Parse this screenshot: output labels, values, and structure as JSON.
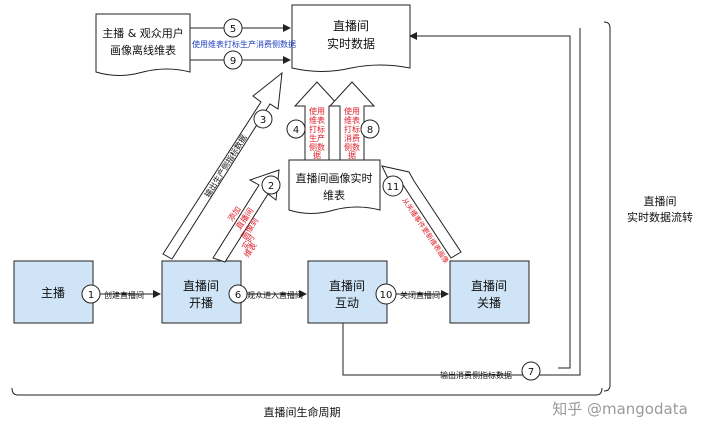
{
  "nodes": {
    "anchor": "主播",
    "open": [
      "直播间",
      "开播"
    ],
    "interact": [
      "直播间",
      "互动"
    ],
    "close": [
      "直播间",
      "关播"
    ],
    "realtime_data": [
      "直播间",
      "实时数据"
    ],
    "offline_dim": [
      "主播 & 观众用户",
      "画像离线维表"
    ],
    "realtime_dim": [
      "直播间画像实时",
      "维表"
    ]
  },
  "steps": {
    "s1": "1",
    "s2": "2",
    "s3": "3",
    "s4": "4",
    "s5": "5",
    "s6": "6",
    "s7": "7",
    "s8": "8",
    "s9": "9",
    "s10": "10",
    "s11": "11"
  },
  "edge_labels": {
    "create_room": "创建直播间",
    "viewer_enter": "观众进入直播间",
    "close_room": "关闭直播间",
    "output_consume": "输出消费侧指标数据",
    "use_dim_offline": "使用维表打标生产消费侧数据",
    "output_produce": "输出生产侧指标数据",
    "add_realtime_dim": [
      "添加",
      "直播间",
      "画像到",
      "实时",
      "维表"
    ],
    "use_dim_produce": [
      "使用",
      "维表",
      "打标",
      "生产",
      "侧数",
      "据"
    ],
    "use_dim_consume": [
      "使用",
      "维表",
      "打标",
      "消费",
      "侧数",
      "据"
    ],
    "update_from_close": "从关播事件更新维表画像"
  },
  "brackets": {
    "right_label": [
      "直播间",
      "实时数据流转"
    ],
    "bottom_label": "直播间生命周期"
  },
  "watermark": "知乎 @mangodata",
  "colors": {
    "node_fill": "#cfe4f7",
    "red_text": "#e0202a",
    "blue_text": "#1f3fbf"
  }
}
